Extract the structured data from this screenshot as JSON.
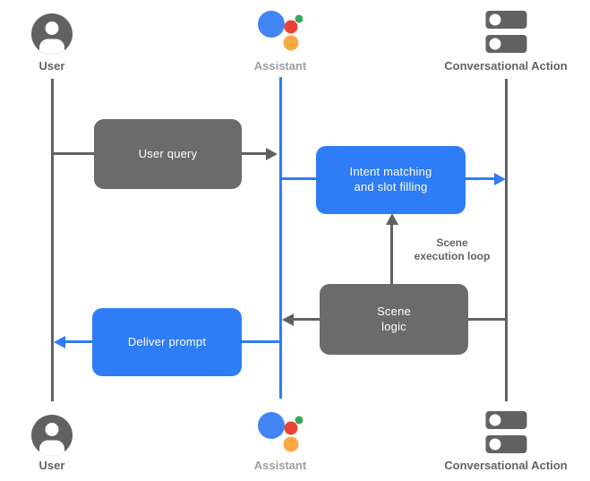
{
  "diagram": {
    "lanes": {
      "user": {
        "label": "User"
      },
      "assistant": {
        "label": "Assistant"
      },
      "conversational_action": {
        "label": "Conversational Action"
      }
    },
    "nodes": {
      "user_query": {
        "label": "User query"
      },
      "intent_matching": {
        "line1": "Intent matching",
        "line2": "and slot filling"
      },
      "scene_logic": {
        "line1": "Scene",
        "line2": "logic"
      },
      "deliver_prompt": {
        "label": "Deliver prompt"
      }
    },
    "annotations": {
      "scene_execution_loop": {
        "line1": "Scene",
        "line2": "execution loop"
      }
    },
    "colors": {
      "flow_blue": "#2E7CF6",
      "node_gray": "#6B6B6B",
      "line_gray": "#616161",
      "label_gray": "#5F6368",
      "assistant_label_gray": "#9AA0A6",
      "logo_blue": "#4285F4",
      "logo_red": "#EA4335",
      "logo_yellow": "#F9A942",
      "logo_green": "#34A853"
    }
  }
}
